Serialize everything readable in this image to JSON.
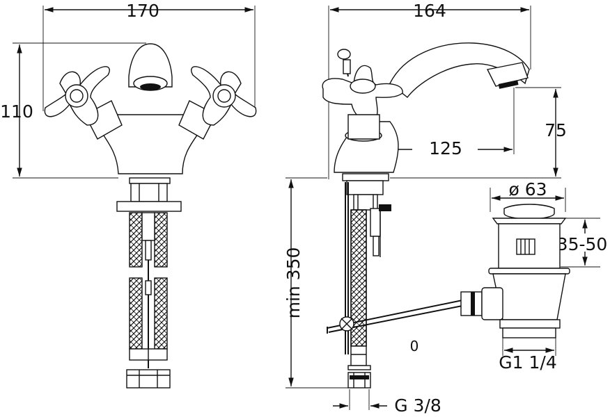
{
  "dimensions": {
    "front_width": "170",
    "front_height": "110",
    "side_width": "164",
    "spout_reach": "125",
    "spout_height": "75",
    "hose_length": "min 350",
    "hose_thread": "G 3/8",
    "waste_diameter": "ø 63",
    "waste_range": "35-50",
    "waste_thread": "G1 1/4",
    "stray_mark": "0"
  }
}
